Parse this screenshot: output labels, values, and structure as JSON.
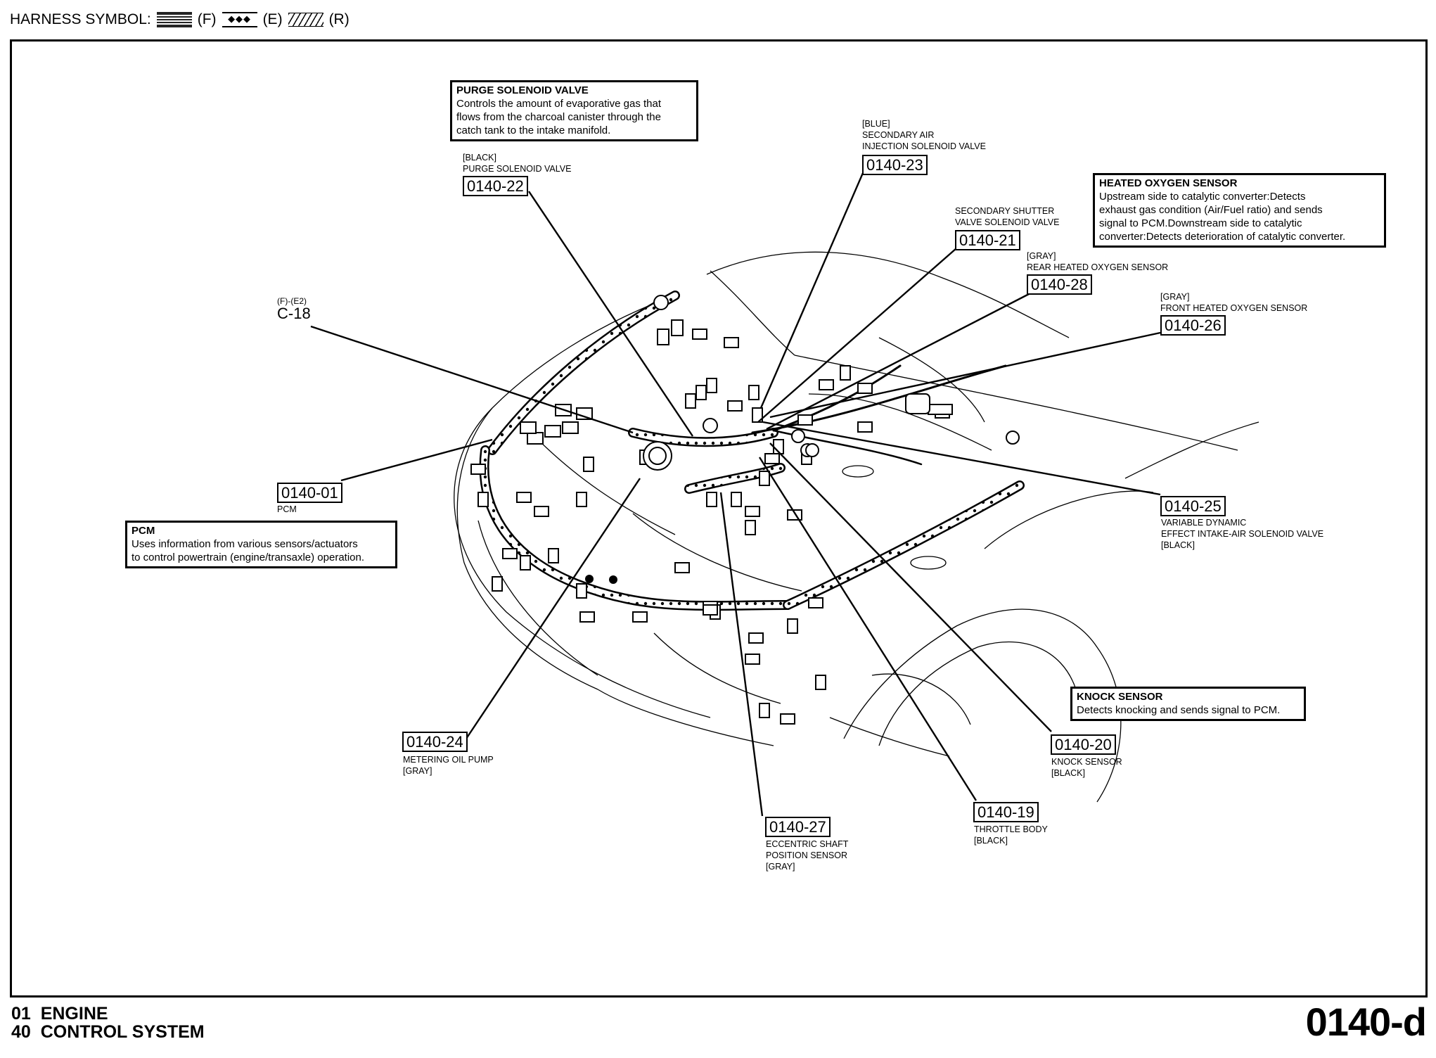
{
  "header": {
    "label": "HARNESS SYMBOL:",
    "symbols": [
      {
        "pattern": "dotted-grid",
        "code": "(F)"
      },
      {
        "pattern": "diamonds",
        "glyph": "◆◆◆",
        "code": "(E)"
      },
      {
        "pattern": "hatched",
        "code": "(R)"
      }
    ]
  },
  "notes": {
    "purge": {
      "title": "PURGE SOLENOID VALVE",
      "lines": [
        "Controls the amount of evaporative gas that",
        "flows from the charcoal canister through the",
        "catch tank to the intake manifold."
      ]
    },
    "heated_oxygen": {
      "title": "HEATED OXYGEN SENSOR",
      "lines": [
        "Upstream side to catalytic converter:Detects",
        "exhaust gas condition (Air/Fuel ratio) and sends",
        "signal to PCM.Downstream side to catalytic",
        "converter:Detects deterioration of catalytic converter."
      ]
    },
    "pcm": {
      "title": "PCM",
      "lines": [
        "Uses information from various sensors/actuators",
        "to control powertrain (engine/transaxle) operation."
      ]
    },
    "knock": {
      "title": "KNOCK SENSOR",
      "lines": [
        "Detects knocking and sends signal to PCM."
      ]
    }
  },
  "connectors": [
    {
      "id": "0140-22",
      "above": "[BLACK]\nPURGE SOLENOID VALVE",
      "below": ""
    },
    {
      "id": "0140-23",
      "above": "[BLUE]\nSECONDARY AIR\nINJECTION SOLENOID VALVE",
      "below": ""
    },
    {
      "id": "0140-21",
      "above": "SECONDARY SHUTTER\nVALVE SOLENOID VALVE",
      "below": ""
    },
    {
      "id": "0140-28",
      "above": "[GRAY]\nREAR HEATED OXYGEN SENSOR",
      "below": ""
    },
    {
      "id": "0140-26",
      "above": "[GRAY]\nFRONT HEATED OXYGEN SENSOR",
      "below": ""
    },
    {
      "id": "0140-01",
      "above": "",
      "below": "PCM"
    },
    {
      "id": "0140-25",
      "above": "",
      "below": "VARIABLE DYNAMIC\nEFFECT INTAKE-AIR SOLENOID VALVE\n[BLACK]"
    },
    {
      "id": "0140-24",
      "above": "",
      "below": "METERING OIL PUMP\n[GRAY]"
    },
    {
      "id": "0140-20",
      "above": "",
      "below": "KNOCK SENSOR\n[BLACK]"
    },
    {
      "id": "0140-27",
      "above": "",
      "below": "ECCENTRIC SHAFT\nPOSITION SENSOR\n[GRAY]"
    },
    {
      "id": "0140-19",
      "above": "",
      "below": "THROTTLE BODY\n[BLACK]"
    }
  ],
  "joint": {
    "prefix": "(F)-(E2)",
    "id": "C-18"
  },
  "footer": {
    "section_line1": "01  ENGINE",
    "section_line2": "40  CONTROL SYSTEM",
    "page_code": "0140-d"
  }
}
